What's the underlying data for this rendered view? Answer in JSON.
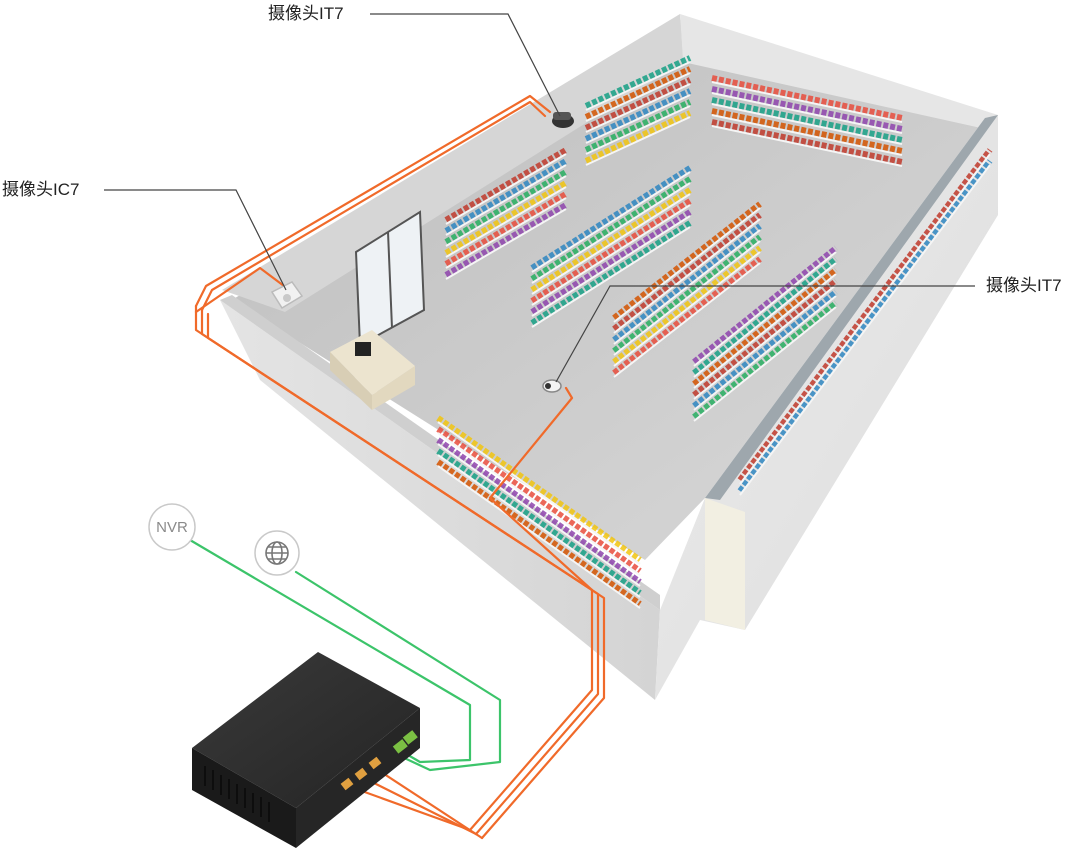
{
  "labels": {
    "camera_top": "摄像头IT7",
    "camera_left": "摄像头IC7",
    "camera_right": "摄像头IT7"
  },
  "icons": {
    "nvr": "NVR",
    "internet": "globe-icon"
  },
  "colors": {
    "poe_cable": "#f06a2a",
    "uplink_cable": "#3cc46a",
    "switch_body": "#2b2b2b",
    "wall": "#e9e9e9",
    "floor": "#bdbdbd"
  }
}
